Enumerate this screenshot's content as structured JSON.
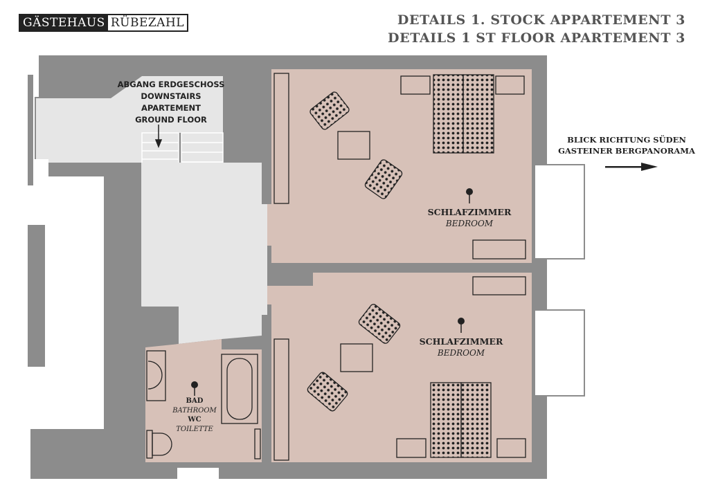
{
  "header": {
    "logo_part1": "GÄSTEHAUS",
    "logo_part2": "RÜBEZAHL",
    "title_line1": "DETAILS 1. STOCK APPARTEMENT 3",
    "title_line2": "DETAILS  1 ST FLOOR APARTEMENT 3"
  },
  "stairs": {
    "line1": "ABGANG ERDGESCHOSS",
    "line2": "DOWNSTAIRS",
    "line3": "APARTEMENT",
    "line4": "GROUND FLOOR"
  },
  "view": {
    "line1": "BLICK RICHTUNG SÜDEN",
    "line2": "GASTEINER BERGPANORAMA"
  },
  "rooms": {
    "bedroom1": {
      "name": "SCHLAFZIMMER",
      "sub": "BEDROOM"
    },
    "bedroom2": {
      "name": "SCHLAFZIMMER",
      "sub": "BEDROOM"
    },
    "bath": {
      "name": "BAD",
      "sub": "BATHROOM",
      "name2": "WC",
      "sub2": "TOILETTE"
    }
  },
  "colors": {
    "wall": "#8c8c8c",
    "room": "#d7c1b8",
    "corridor": "#e6e6e6",
    "line": "#222222"
  }
}
